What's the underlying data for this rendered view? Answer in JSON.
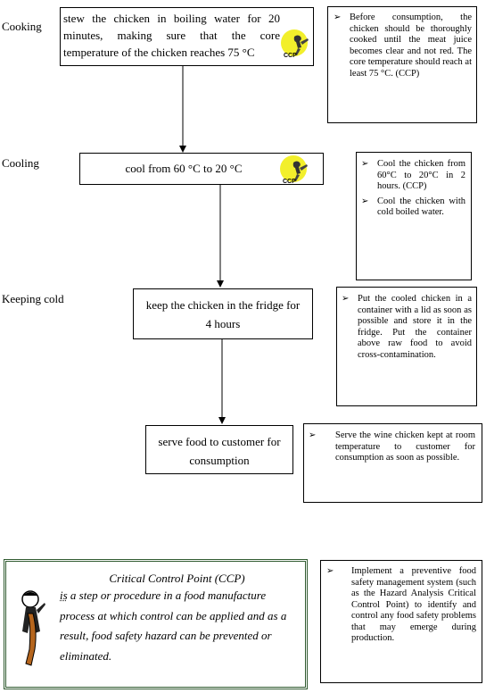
{
  "stages": {
    "cooking": "Cooking",
    "cooling": "Cooling",
    "keeping_cold": "Keeping cold"
  },
  "steps": {
    "cooking": "stew the chicken in boiling water for 20 minutes, making sure that the core temperature of the chicken reaches 75 °C",
    "cooling": "cool from 60 °C to 20 °C",
    "keeping_cold": "keep the chicken in the fridge for 4 hours",
    "serve": "serve food to customer for consumption"
  },
  "ccp_badge": "CCP",
  "notes": {
    "cooking": [
      "Before consumption, the chicken should be thoroughly cooked until the meat juice becomes clear and not red.  The core temperature should reach at least 75 °C. (CCP)"
    ],
    "cooling": [
      "Cool the chicken from 60°C to 20°C in 2 hours. (CCP)",
      "Cool the chicken with cold boiled water."
    ],
    "keeping_cold": [
      "Put the cooled chicken in a container with a lid as soon as possible and store it in the fridge.  Put the container above raw food to avoid cross-contamination."
    ],
    "serve": [
      "Serve the wine chicken kept at room temperature to customer for consumption as soon as possible."
    ],
    "haccp": [
      "Implement a preventive food safety management system (such as the Hazard Analysis Critical Control Point) to identify and control any food safety problems that may emerge during production."
    ]
  },
  "definition": {
    "title": "Critical Control Point (CCP)",
    "first_word": "is",
    "body": " a step or procedure in a food manufacture process at which control can be applied and as a result, food safety hazard can be prevented or eliminated."
  },
  "colors": {
    "badge": "#f2ef2b",
    "definition_border": "#2f5a2f"
  }
}
